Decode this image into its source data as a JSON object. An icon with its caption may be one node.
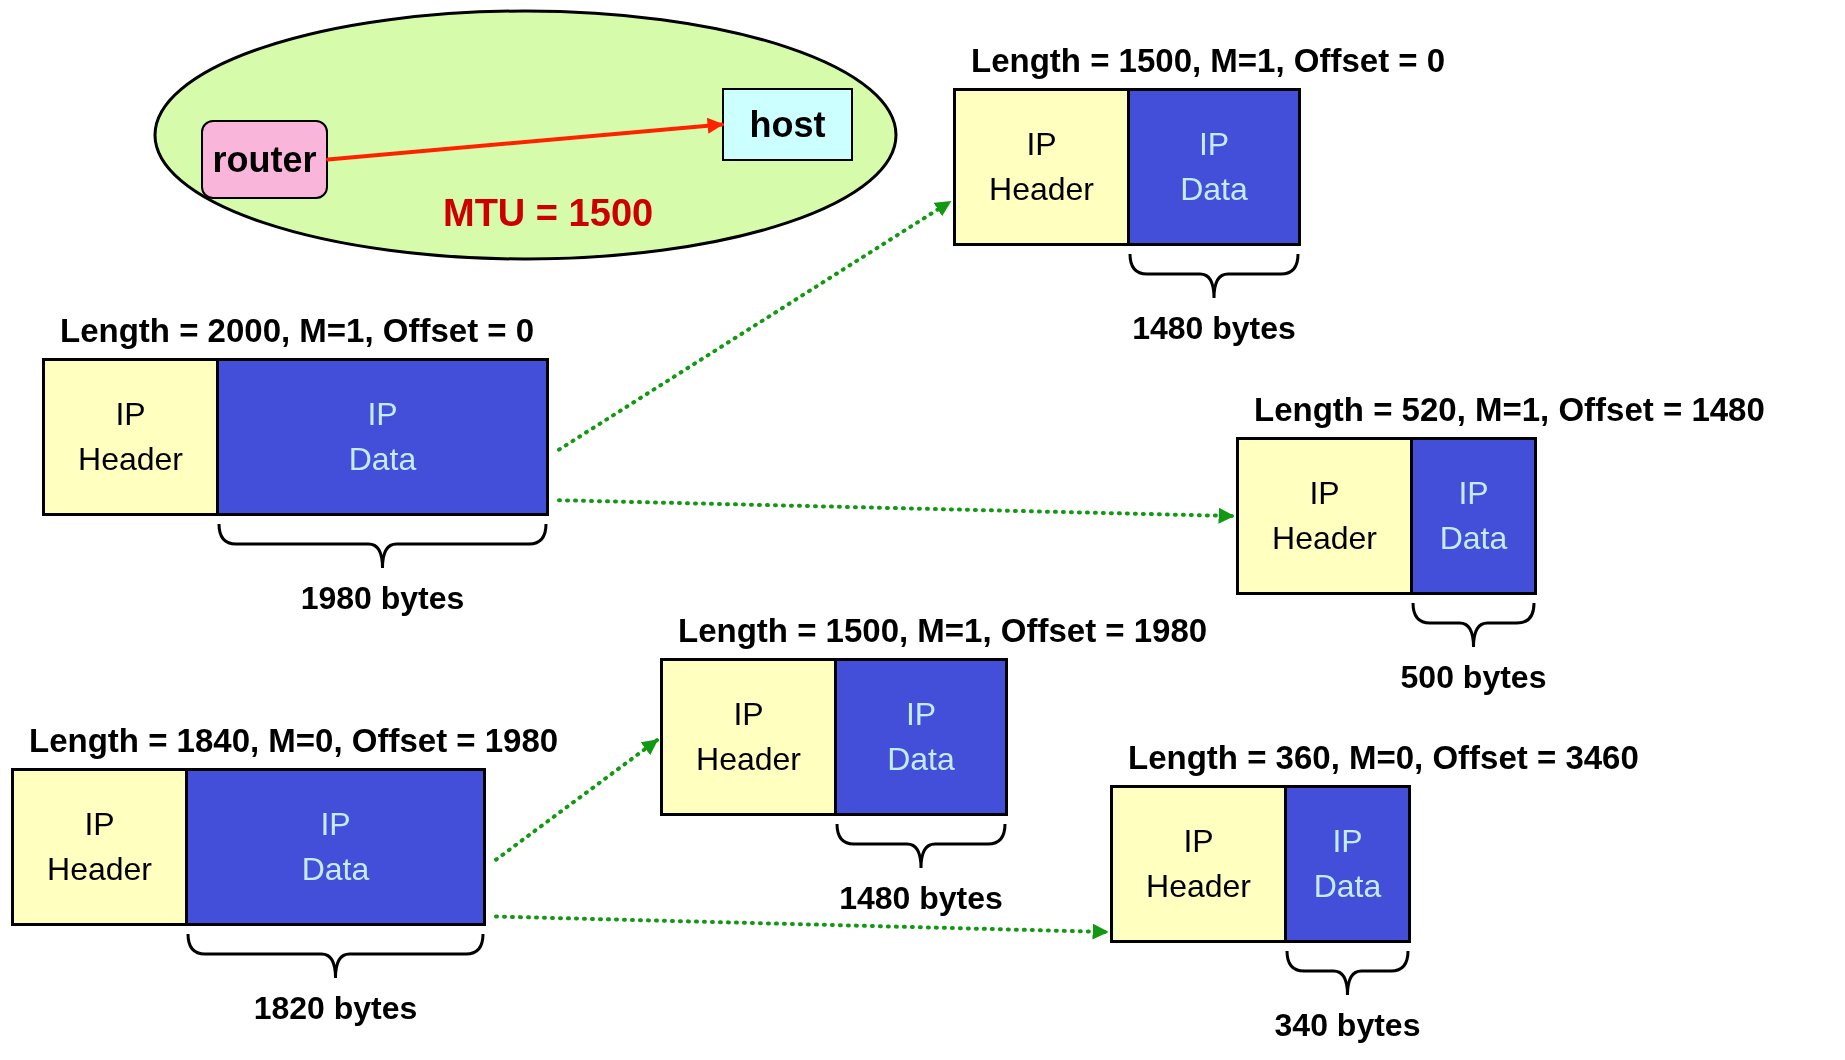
{
  "diagram": {
    "nodes": [
      {
        "text": [
          "MTU = 1500"
        ]
      },
      {
        "text": [
          "router"
        ],
        "in": 0
      },
      {
        "text": [
          "host"
        ],
        "in": 0
      },
      {
        "text": [
          "Length = 1500, M=1, Offset = 0"
        ]
      },
      {
        "text": [
          "IP Header"
        ],
        "in": 3
      },
      {
        "text": [
          "IP Data"
        ],
        "in": 3,
        "beside": [
          "1480 bytes"
        ]
      },
      {
        "text": [
          "Length = 2000, M=1, Offset = 0"
        ]
      },
      {
        "text": [
          "IP Header"
        ],
        "in": 6
      },
      {
        "text": [
          "IP Data"
        ],
        "in": 6,
        "beside": [
          "1980 bytes"
        ]
      },
      {
        "text": [
          "Length = 520, M=1, Offset = 1480"
        ]
      },
      {
        "text": [
          "IP Header"
        ],
        "in": 9
      },
      {
        "text": [
          "IP Data"
        ],
        "in": 9,
        "beside": [
          "500 bytes"
        ]
      },
      {
        "text": [
          "Length = 1500, M=1, Offset = 1980"
        ]
      },
      {
        "text": [
          "IP Header"
        ],
        "in": 12
      },
      {
        "text": [
          "IP Data"
        ],
        "in": 12,
        "beside": [
          "1480 bytes"
        ]
      },
      {
        "text": [
          "Length = 1840, M=0, Offset = 1980"
        ]
      },
      {
        "text": [
          "IP Header"
        ],
        "in": 15
      },
      {
        "text": [
          "IP Data"
        ],
        "in": 15,
        "beside": [
          "1820 bytes"
        ]
      },
      {
        "text": [
          "Length = 360, M=0, Offset = 3460"
        ]
      },
      {
        "text": [
          "IP Header"
        ],
        "in": 18
      },
      {
        "text": [
          "IP Data"
        ],
        "in": 18,
        "beside": [
          "340 bytes"
        ]
      }
    ],
    "edges": [
      {
        "from": 1,
        "to": 2,
        "arrow": "to",
        "color": "#ff2200"
      },
      {
        "from": 8,
        "to": 3,
        "arrow": "to",
        "style": "dashed"
      },
      {
        "from": 8,
        "to": 9,
        "arrow": "to",
        "style": "dashed"
      },
      {
        "from": 17,
        "to": 12,
        "arrow": "to",
        "style": "dashed"
      },
      {
        "from": 17,
        "to": 18,
        "arrow": "to",
        "style": "dashed"
      }
    ]
  }
}
